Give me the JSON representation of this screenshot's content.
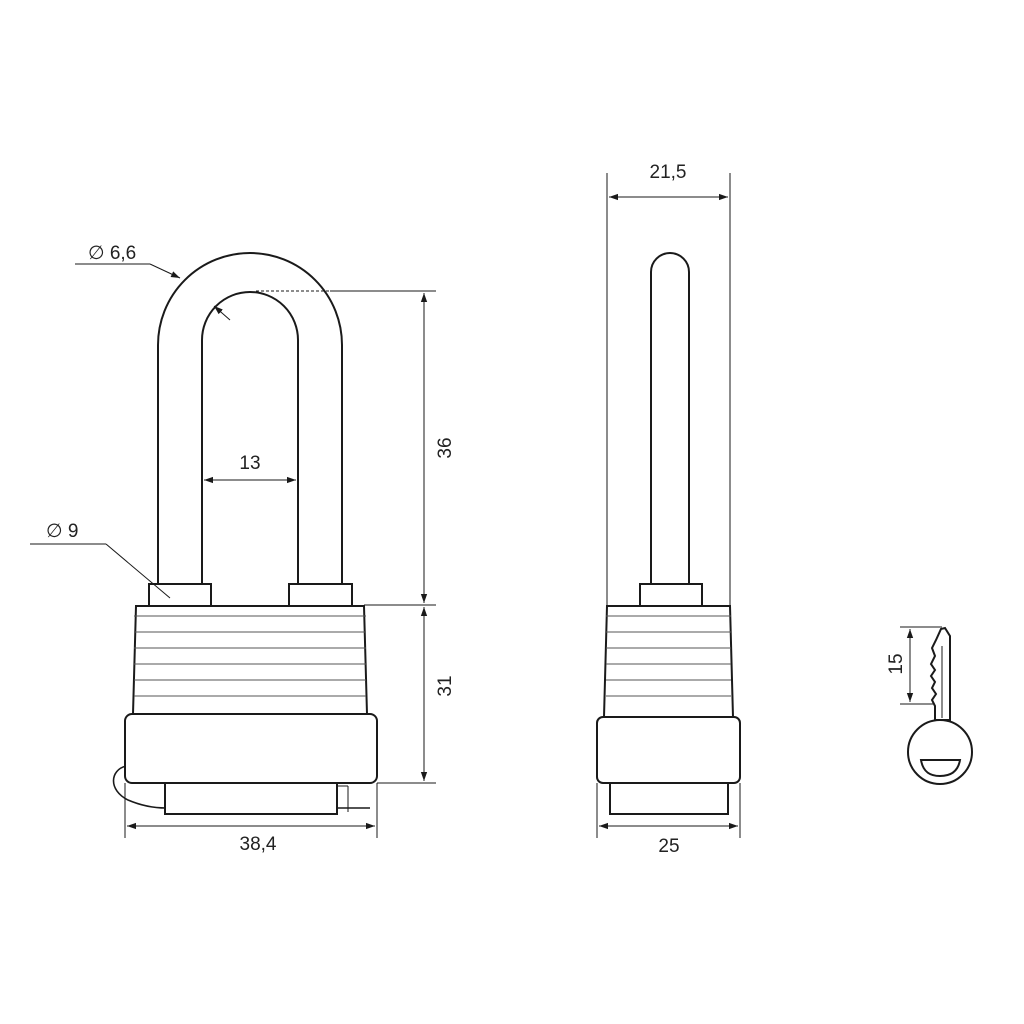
{
  "colors": {
    "line": "#1a1a1a",
    "text": "#222222",
    "background": "#ffffff"
  },
  "front_view": {
    "shackle_diameter": "∅ 6,6",
    "shackle_base_diameter": "∅ 9",
    "shackle_inner_width": "13",
    "shackle_height": "36",
    "body_height": "31",
    "body_width": "38,4"
  },
  "side_view": {
    "overall_depth": "21,5",
    "body_depth": "25"
  },
  "key_view": {
    "blade_length": "15"
  }
}
